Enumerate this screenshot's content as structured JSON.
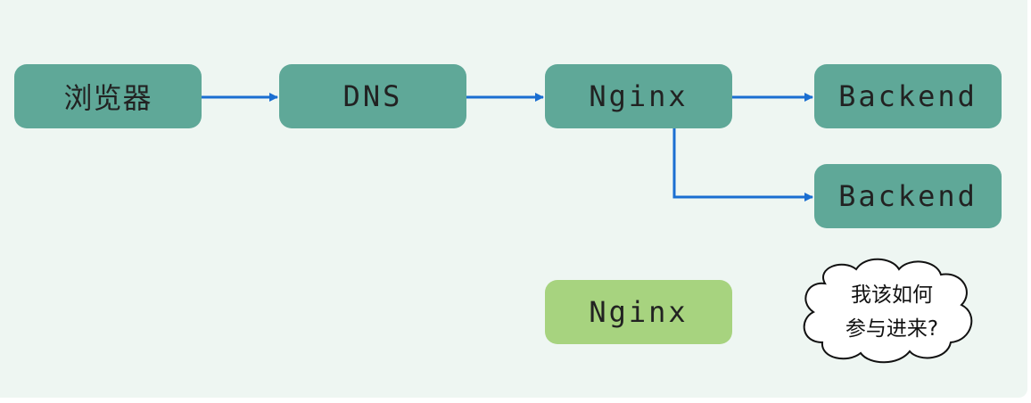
{
  "nodes": {
    "browser": "浏览器",
    "dns": "DNS",
    "nginx": "Nginx",
    "backend_1": "Backend",
    "backend_2": "Backend",
    "nginx_new": "Nginx"
  },
  "cloud": {
    "line1": "我该如何",
    "line2": "参与进来?"
  },
  "colors": {
    "background": "#eef6f2",
    "node_primary": "#5fa898",
    "node_extra": "#a7d37f",
    "arrow": "#1a6ed1"
  }
}
